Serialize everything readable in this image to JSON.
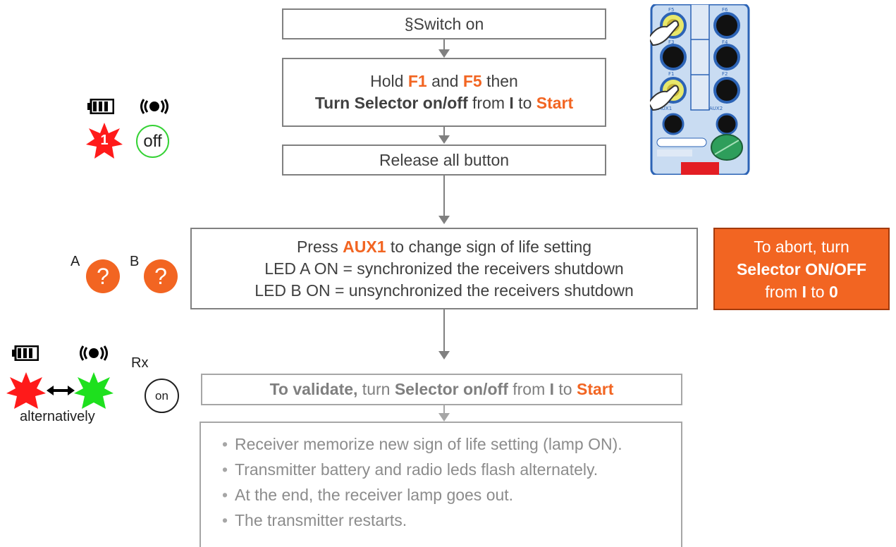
{
  "steps": {
    "switch_on": "§Switch on",
    "hold": {
      "pre": "Hold ",
      "f1": "F1",
      "and": " and ",
      "f5": "F5",
      "then": " then",
      "turn": "Turn Selector on/off",
      "from": " from ",
      "i": "I",
      "to": " to ",
      "start": "Start"
    },
    "release": "Release all button",
    "press": {
      "pre": "Press ",
      "aux1": "AUX1",
      "post": " to change sign of life setting",
      "led_a": "LED A ON = synchronized the receivers shutdown",
      "led_b": "LED B ON = unsynchronized the receivers shutdown"
    },
    "validate": {
      "pre": "To validate,",
      "turn": " turn ",
      "selector": "Selector on/off",
      "from": " from ",
      "i": "I",
      "to": " to ",
      "start": "Start"
    },
    "results": [
      "Receiver memorize new sign of life setting (lamp ON).",
      "Transmitter battery and radio leds flash alternately.",
      "At the end, the receiver lamp goes out.",
      "The transmitter restarts."
    ]
  },
  "abort": {
    "line1": "To abort, turn",
    "line2": "Selector ON/OFF",
    "from": "from ",
    "i": "I",
    "to": " to ",
    "zero": "0"
  },
  "indicators": {
    "top": {
      "burst_number": "1",
      "radio_state": "off"
    },
    "middle": {
      "led_a": "A",
      "led_b": "B",
      "question": "?"
    },
    "bottom": {
      "rx_label": "Rx",
      "rx_state": "on",
      "alternate": "alternatively"
    }
  },
  "device": {
    "labels": [
      "F5",
      "F6",
      "F3",
      "F4",
      "F1",
      "F2",
      "AUX1",
      "AUX2"
    ]
  },
  "colors": {
    "accent": "#f26522",
    "red": "#ff0000",
    "green": "#2ecc40",
    "border": "#808080"
  }
}
